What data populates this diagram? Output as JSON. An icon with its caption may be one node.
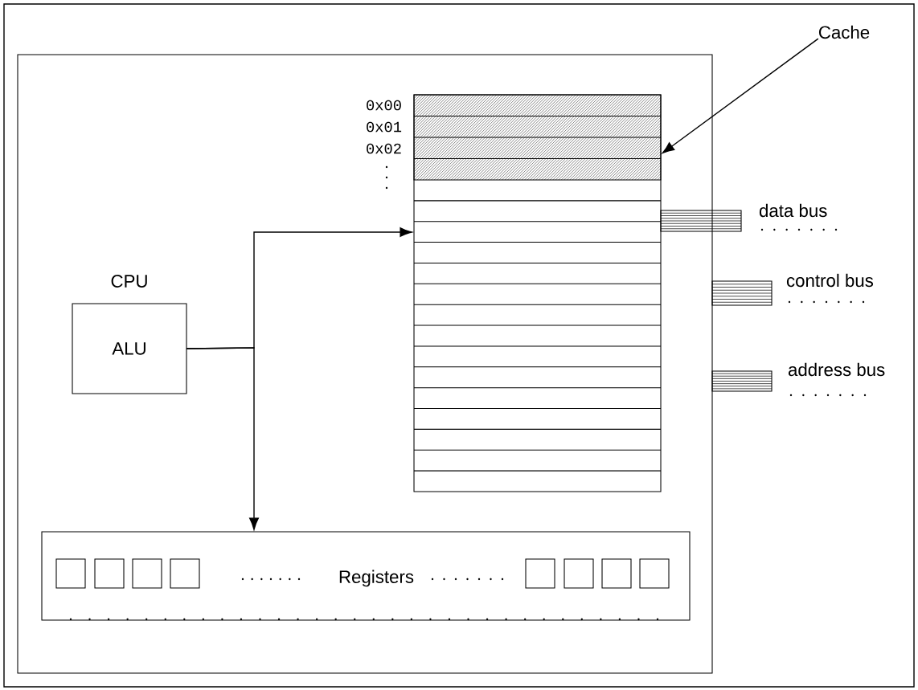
{
  "diagram": {
    "nodes": [
      {
        "text": [],
        "shape": "box"
      },
      {
        "text": [
          "CPU",
          "ALU"
        ],
        "in": 0
      },
      {
        "text": [],
        "shape": "box",
        "in": 0
      },
      {
        "text": [
          "Cache"
        ]
      },
      {
        "text": [],
        "shape": "box",
        "in": 2
      },
      {
        "text": [
          "Registers"
        ],
        "in": 0
      },
      {
        "text": [],
        "shape": "box",
        "in": 5
      },
      {
        "text": [],
        "shape": "box",
        "in": 5
      },
      {
        "text": [],
        "shape": "box",
        "in": 5
      },
      {
        "text": [],
        "shape": "box",
        "in": 5
      },
      {
        "text": [],
        "shape": "box",
        "in": 5
      },
      {
        "text": [],
        "shape": "box",
        "in": 5
      },
      {
        "text": [],
        "shape": "box",
        "in": 5
      },
      {
        "text": [],
        "shape": "box",
        "in": 5
      },
      {
        "text": [
          "data bus"
        ]
      },
      {
        "text": [
          "control bus"
        ]
      },
      {
        "text": [
          "address bus"
        ]
      }
    ],
    "edges": [
      {
        "from": 1,
        "to": 2,
        "arrow": "to"
      },
      {
        "from": 1,
        "to": 5,
        "arrow": "to"
      },
      {
        "from": 3,
        "to": 4,
        "arrow": "to"
      }
    ],
    "labels": [
      "0x00",
      "0x01",
      "0x02"
    ]
  }
}
